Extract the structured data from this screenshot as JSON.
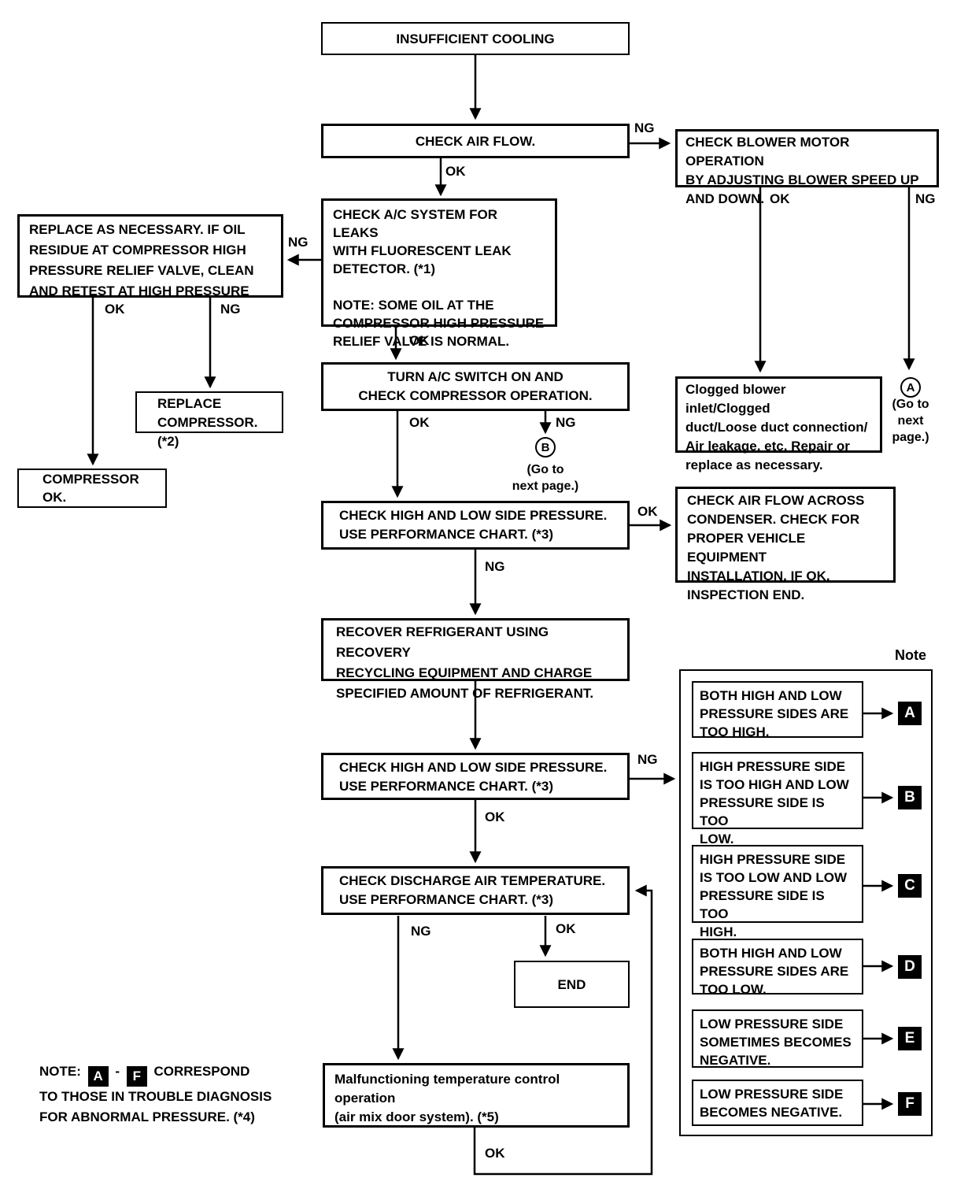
{
  "labels": {
    "ok": "OK",
    "ng": "NG"
  },
  "colors": {
    "line": "#000000",
    "background": "#ffffff",
    "chip_bg": "#000000",
    "chip_text": "#ffffff"
  },
  "nodes": {
    "insufficient_cooling": "INSUFFICIENT COOLING",
    "check_air_flow": "CHECK AIR FLOW.",
    "check_blower": "CHECK BLOWER MOTOR OPERATION\nBY ADJUSTING BLOWER SPEED UP\nAND DOWN.",
    "replace_as_necessary": "REPLACE AS NECESSARY. IF OIL\nRESIDUE AT COMPRESSOR HIGH\nPRESSURE RELIEF VALVE, CLEAN\nAND RETEST AT HIGH PRESSURE",
    "check_leaks": "CHECK A/C SYSTEM FOR LEAKS\nWITH FLUORESCENT LEAK\nDETECTOR. (*1)\n\nNOTE: SOME OIL AT THE\nCOMPRESSOR HIGH PRESSURE\nRELIEF VALVE IS NORMAL.",
    "turn_ac_switch": "TURN A/C SWITCH ON AND\nCHECK COMPRESSOR OPERATION.",
    "replace_compressor": "REPLACE\nCOMPRESSOR. (*2)",
    "compressor_ok": "COMPRESSOR OK.",
    "clogged_blower": "Clogged blower inlet/Clogged\nduct/Loose duct connection/\nAir leakage, etc. Repair or\nreplace as necessary.",
    "check_pressure_1": "CHECK HIGH AND LOW SIDE PRESSURE.\nUSE PERFORMANCE CHART. (*3)",
    "condenser": "CHECK AIR FLOW ACROSS\nCONDENSER. CHECK FOR\nPROPER VEHICLE EQUIPMENT\nINSTALLATION. IF OK,\nINSPECTION END.",
    "recover_refrigerant": "RECOVER REFRIGERANT USING RECOVERY\nRECYCLING EQUIPMENT AND CHARGE\nSPECIFIED AMOUNT OF REFRIGERANT.",
    "check_pressure_2": "CHECK HIGH AND LOW SIDE PRESSURE.\nUSE PERFORMANCE CHART. (*3)",
    "check_discharge": "CHECK DISCHARGE AIR TEMPERATURE.\nUSE PERFORMANCE CHART. (*3)",
    "end": "END",
    "malfunction": "Malfunctioning temperature control operation\n(air mix door system). (*5)"
  },
  "connectors": {
    "a": {
      "letter": "A",
      "goto": "(Go to\nnext\npage.)"
    },
    "b": {
      "letter": "B",
      "goto": "(Go to\nnext page.)"
    }
  },
  "notes": {
    "title": "Note",
    "items": [
      {
        "letter": "A",
        "text": "BOTH HIGH AND LOW\nPRESSURE SIDES ARE\nTOO HIGH."
      },
      {
        "letter": "B",
        "text": "HIGH PRESSURE SIDE\nIS TOO HIGH AND LOW\nPRESSURE SIDE IS TOO\nLOW."
      },
      {
        "letter": "C",
        "text": "HIGH PRESSURE SIDE\nIS TOO LOW AND LOW\nPRESSURE SIDE IS TOO\nHIGH."
      },
      {
        "letter": "D",
        "text": "BOTH HIGH AND LOW\nPRESSURE SIDES ARE\nTOO LOW."
      },
      {
        "letter": "E",
        "text": "LOW PRESSURE SIDE\nSOMETIMES BECOMES\nNEGATIVE."
      },
      {
        "letter": "F",
        "text": "LOW PRESSURE SIDE\nBECOMES NEGATIVE."
      }
    ]
  },
  "note_footer": {
    "prefix": "NOTE:",
    "chip_a": "A",
    "dash": "-",
    "chip_f": "F",
    "line1_suffix": "CORRESPOND",
    "line2": "TO THOSE IN TROUBLE DIAGNOSIS",
    "line3": "FOR ABNORMAL PRESSURE. (*4)"
  }
}
